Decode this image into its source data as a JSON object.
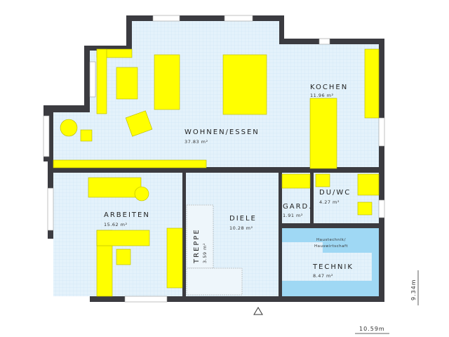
{
  "rooms": [
    {
      "name": "WOHNEN/ESSEN",
      "area": "37.83 m²"
    },
    {
      "name": "KOCHEN",
      "area": "11.96 m²"
    },
    {
      "name": "ARBEITEN",
      "area": "15.62 m²"
    },
    {
      "name": "DIELE",
      "area": "10.28 m²"
    },
    {
      "name": "GARD.",
      "area": "1.91 m²"
    },
    {
      "name": "DU/WC",
      "area": "4.27 m²"
    },
    {
      "name": "TECHNIK",
      "area": "8.47 m²",
      "note": "Haustechnik/\nHauswirtschaft",
      "note_line1": "Haustechnik/",
      "note_line2": "Hauswirtschaft"
    },
    {
      "name": "TREPPE",
      "area": "3.59 m²"
    }
  ],
  "dimensions": {
    "width": "10.59m",
    "depth": "9.34m"
  },
  "colors": {
    "wall": "#3b3b40",
    "floor": "#e4f2fb",
    "furniture": "#ffff00",
    "technik": "#9fd8f4"
  }
}
